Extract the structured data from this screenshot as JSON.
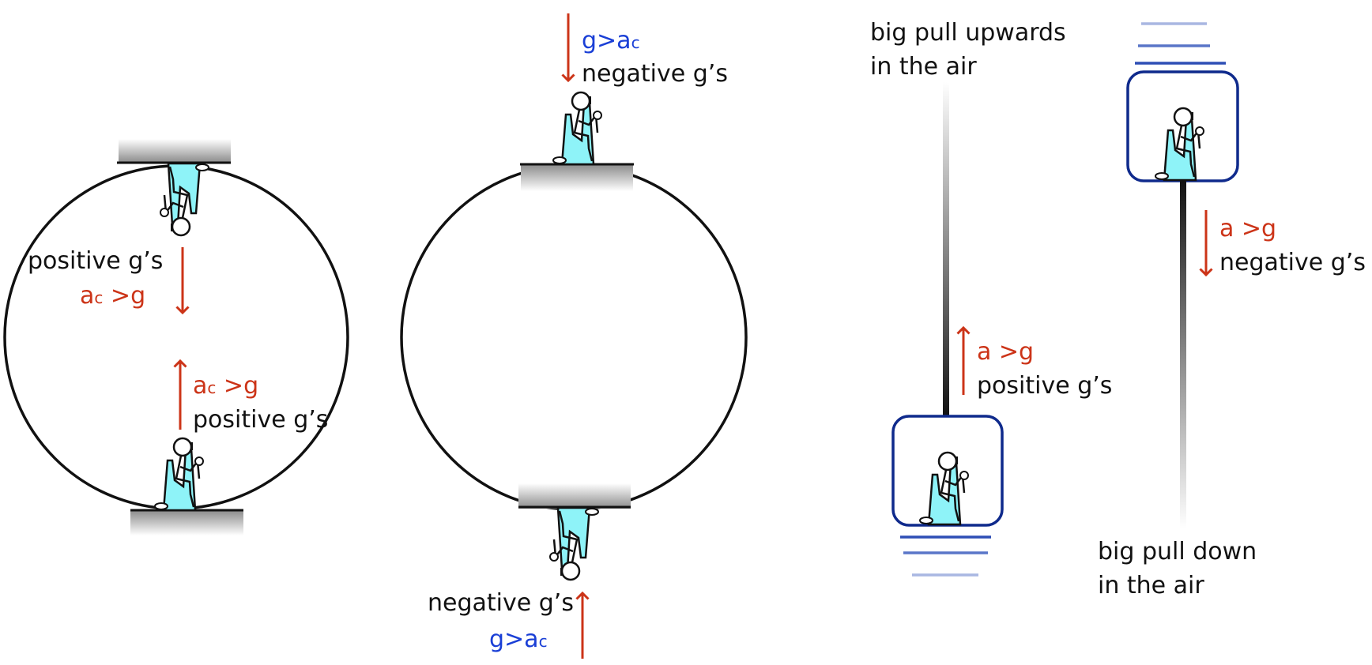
{
  "diagram": {
    "colors": {
      "force_arrow": "#cc3418",
      "gravity_text": "#1a3fd6",
      "seat": "#8ef3f8",
      "elevator_frame": "#0f2a8c",
      "motion_lines": "#5a76c8"
    },
    "loop_left": {
      "top_rider_positive": "positive g’s",
      "top_rider_accel_main": "a",
      "top_rider_accel_sub": "c",
      "top_rider_accel_rest": " >g",
      "bottom_rider_accel_main": "a",
      "bottom_rider_accel_sub": "c",
      "bottom_rider_accel_rest": " >g",
      "bottom_rider_positive": "positive g’s"
    },
    "loop_right": {
      "top_rider_gravity_main": "g>a",
      "top_rider_gravity_sub": "c",
      "top_rider_negative": "negative g’s",
      "bottom_rider_negative": "negative g’s",
      "bottom_rider_gravity_main": "g>a",
      "bottom_rider_gravity_sub": "c"
    },
    "elevator_up": {
      "caption_line1": "big pull upwards",
      "caption_line2": "in the air",
      "accel": "a >g",
      "g_label": "positive g’s"
    },
    "elevator_down": {
      "accel": "a >g",
      "g_label": "negative g’s",
      "caption_line1": "big pull down",
      "caption_line2": "in the air"
    }
  }
}
